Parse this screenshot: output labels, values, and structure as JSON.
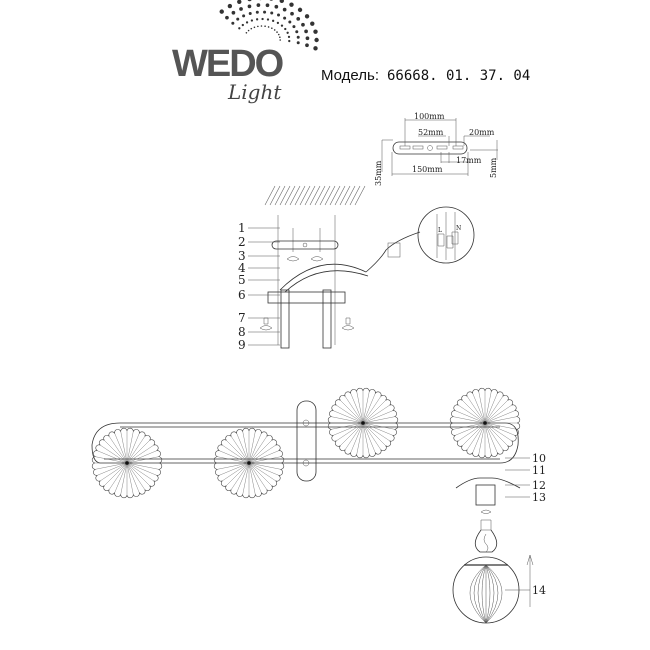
{
  "header": {
    "brand": "WEDO",
    "brand_sub": "Light",
    "model_label": "Модель:",
    "model_number": "66668. 01. 37. 04"
  },
  "dimensions": {
    "d100": "100mm",
    "d52": "52mm",
    "d20": "20mm",
    "d17": "17mm",
    "d150": "150mm",
    "d35": "35mm",
    "d5": "5mm"
  },
  "wiring": {
    "L": "L",
    "N": "N"
  },
  "part_labels": [
    "1",
    "2",
    "3",
    "4",
    "5",
    "6",
    "7",
    "8",
    "9",
    "10",
    "11",
    "12",
    "13",
    "14"
  ]
}
